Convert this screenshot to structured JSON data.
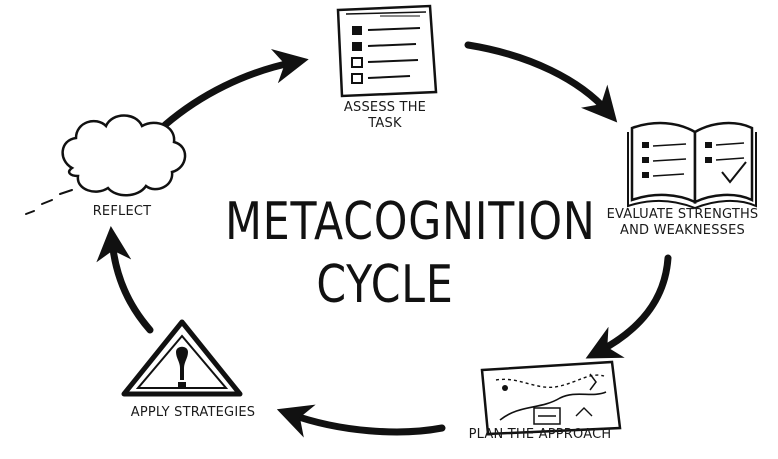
{
  "diagram": {
    "title_line1": "METACOGNITION",
    "title_line2": "CYCLE",
    "steps": [
      {
        "id": "assess",
        "label_line1": "ASSESS THE",
        "label_line2": "TASK",
        "icon": "checklist-icon"
      },
      {
        "id": "evaluate",
        "label_line1": "EVALUATE STRENGTHS",
        "label_line2": "AND WEAKNESSES",
        "icon": "open-notebook-icon"
      },
      {
        "id": "plan",
        "label_line1": "PLAN THE APPROACH",
        "label_line2": "",
        "icon": "map-icon"
      },
      {
        "id": "apply",
        "label_line1": "APPLY STRATEGIES",
        "label_line2": "",
        "icon": "warning-sign-icon"
      },
      {
        "id": "reflect",
        "label_line1": "REFLECT",
        "label_line2": "",
        "icon": "thought-cloud-icon"
      }
    ],
    "colors": {
      "ink": "#111111",
      "background": "#ffffff"
    }
  }
}
